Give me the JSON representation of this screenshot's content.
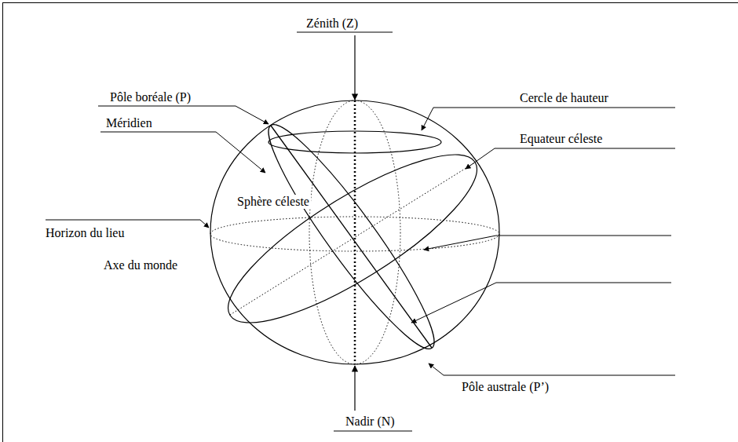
{
  "diagram": {
    "labels": [
      "Zénith (Z)",
      "Pôle boréale (P)",
      "Cercle de hauteur",
      "Méridien",
      "Equateur céleste",
      "Sphère céleste",
      "Horizon du lieu",
      "Axe du monde",
      "Pôle australe (P’)",
      "Nadir (N)"
    ]
  }
}
